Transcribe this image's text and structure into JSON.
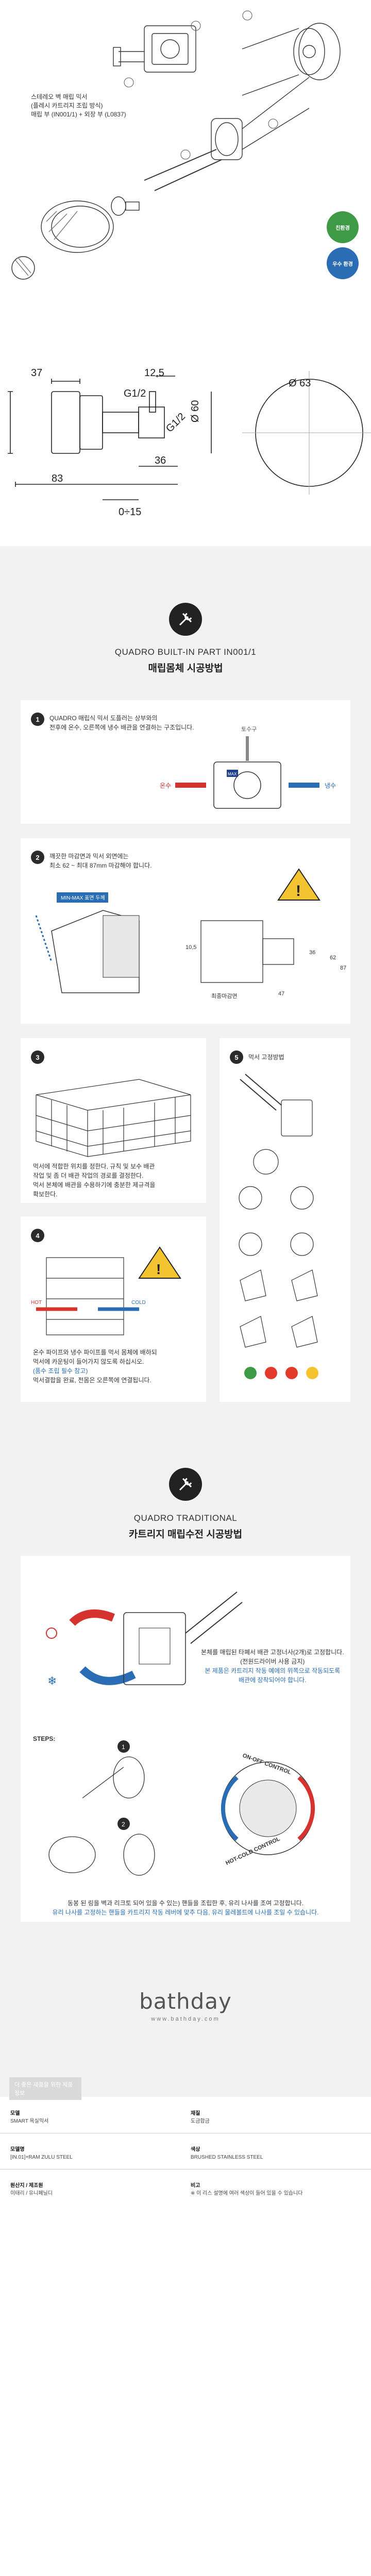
{
  "explode": {
    "captions": [
      "스테레오 벽 매립 믹서",
      "(플레시 카트리지 조립 방식)",
      "매립 부 (IN001/1) + 외장 부 (L0837)"
    ],
    "seals": [
      "친환경",
      "우수 환경"
    ]
  },
  "tech": {
    "dims": {
      "d125": "12,5",
      "g12a": "G1/2",
      "g12b": "G1/2",
      "d37": "37",
      "d60": "Ø 60",
      "d36": "36",
      "d83": "83",
      "d015": "0÷15",
      "d63": "Ø 63"
    }
  },
  "install": {
    "title": "QUADRO BUILT-IN PART IN001/1",
    "subtitle": "매립몸체 시공방법",
    "step1": {
      "num": "1",
      "text": [
        "QUADRO 매립식 믹서 도플러는 상부와의",
        "전후에 온수, 오른쪽에 냉수 배관을 연결하는 구조입니다."
      ],
      "labels": {
        "top": "토수구",
        "hot": "온수",
        "cold": "냉수",
        "max": "MAX"
      }
    },
    "step2": {
      "num": "2",
      "text": [
        "깨끗한 마감면과 믹서 외면에는",
        "최소 62 ~ 최대 87mm 마감해야 합니다."
      ],
      "tag": "MIN-MAX 표면 두께",
      "dims": {
        "a": "36",
        "b": "62",
        "c": "87",
        "d": "47",
        "e": "10,5"
      },
      "floor": "최종마감면"
    },
    "step3": {
      "num": "3",
      "text": [
        "먹서에 적합한 위치를 정한다, 규칙 및 보수 배관",
        "작업 및 좀 더 배관 작업의 경로를 결정한다.",
        "먹서 본체에 배관을 수용하기에 충분한 제규격을",
        "확보한다."
      ]
    },
    "step4": {
      "num": "4",
      "text": [
        "온수 파이프와 냉수 파이프를 먹서 몸체에 배하되",
        "먹서에 카운팅이 들어가지 않도록 하십시오.",
        "(품수 조립 필수 참고)",
        "먹서결합을 완료, 전몸은 오른쪽에 연결됩니다."
      ],
      "hot": "HOT",
      "cold": "COLD"
    },
    "step5": {
      "num": "5",
      "text": [
        "먹서 고정방법"
      ]
    }
  },
  "trad": {
    "title": "QUADRO TRADITIONAL",
    "subtitle": "카트리지 매립수전 시공방법",
    "text": [
      "본체를 매립된 타폐서 배관 고정너사(2개)로 고정합니다.",
      "(전원드라이버 사용 금지)",
      "본 제품은 카트리지 작동 예에의 위쪽으로 작동되도록",
      "배관에 장착되어야 합니다."
    ],
    "steps_label": "STEPS:",
    "badges": [
      "1",
      "2"
    ],
    "dial": {
      "onoff": "ON-OFF CONTROL",
      "hotcold": "HOT-COLD CONTROL"
    },
    "bottom": [
      "동봉 된 링을 벽과 리크토 되어 있을 수 있는) 핸들을 조립한 후, 유리 나사를 조여 고정합니다.",
      "유리 나사를 고정하는 핸들을 카트리지 작동 레버에 맞추 다음, 유리 물레볼트에 나사를 조일 수 있습니다."
    ]
  },
  "footer": {
    "brand": "bathday",
    "url": "www.bathday.com",
    "ribbon": "더 좋은 제품을 위한 제품정보",
    "cells": [
      {
        "k": "모델",
        "v": "SMART 욕실믹서"
      },
      {
        "k": "재질",
        "v": "도금합금"
      },
      {
        "k": "모델명",
        "v": "[IN.01]+RAM ZULU STEEL"
      },
      {
        "k": "색상",
        "v": "BRUSHED STAINLESS STEEL"
      },
      {
        "k": "원산지 / 제조원",
        "v": "이태리 / 유니페닐디"
      },
      {
        "k": "비고",
        "v": "※ 이 리스 설명에 여러 색상이 들어 있을 수 있습니다"
      }
    ]
  }
}
